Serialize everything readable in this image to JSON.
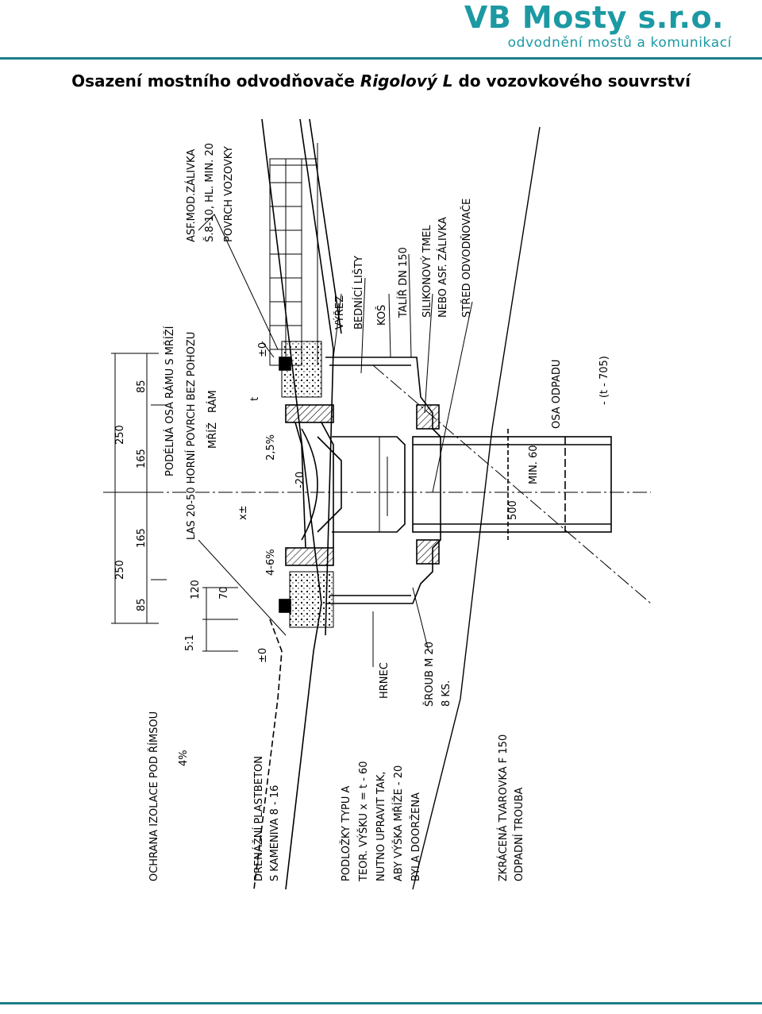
{
  "header": {
    "logo": "VB Mosty s.r.o.",
    "tagline": "odvodnění mostů a komunikací",
    "brand_color": "#1c99a3"
  },
  "title": {
    "before": "Osazení mostního odvodňovače ",
    "italic": "Rigolový L",
    "after": " do vozovkového souvrství"
  },
  "drawing": {
    "labels": {
      "asf_zalivka": "ASF.MOD.ZÁLIVKA",
      "asf_zalivka_2": "Š.8-10, HL. MIN. 20",
      "povrch_vozovky": "POVRCH VOZOVKY",
      "podelna_osa": "PODÉLNÁ OSA RÁMU S MŘÍŽÍ",
      "horni_povrch": "LAS 20-50  HORNÍ POVRCH BEZ POHOZU",
      "mriz": "MŘÍŽ",
      "ram": "RÁM",
      "vyrez": "VÝŘEZ",
      "bednici_listy": "BEDNÍCÍ LIŠTY",
      "kos": "KOŠ",
      "talir": "TALÍŘ DN 150",
      "silikonovy_tmel": "SILIKONOVÝ TMEL",
      "silikonovy_tmel_2": "NEBO ASF. ZÁLIVKA",
      "stred_odvodnovace": "STŘED ODVODŇOVAČE",
      "osa_odpadu": "OSA ODPADU",
      "hrnec": "HRNEC",
      "sroub": "ŠROUB M 20",
      "sroub_2": "8 KS.",
      "ochrana_izolace": "OCHRANA IZOLACE POD ŘÍMSOU",
      "drenazni_1": "DRENÁŽNÍ PLASTBETON",
      "drenazni_2": "S KAMENIVA 8 - 16",
      "podlozky_1": "PODLOŽKY TYPU A",
      "podlozky_2": "TEOR. VÝŠKU x = t - 60",
      "podlozky_3": "NUTNO UPRAVIT TAK,",
      "podlozky_4": "ABY VÝŠKA MŘÍŽE - 20",
      "podlozky_5": "BYLA DOORŽENA",
      "zkracena_1": "ZKRÁCENÁ TVAROVKA F 150",
      "zkracena_2": "ODPADNÍ TROUBA"
    },
    "dimensions": {
      "d250a": "250",
      "d250b": "250",
      "d165a": "165",
      "d165b": "165",
      "d85a": "85",
      "d85b": "85",
      "d120": "120",
      "d70": "70",
      "slope_4pct": "4%",
      "slope_25pct": "2,5%",
      "slope_46pct": "4-6%",
      "s51": "5:1",
      "pm0a": "±0",
      "pm0b": "±0",
      "m20": "-20",
      "xpm": "x±",
      "t": "t",
      "d500": "500",
      "min60": "MIN. 60",
      "t705": "- (t - 705)"
    }
  }
}
